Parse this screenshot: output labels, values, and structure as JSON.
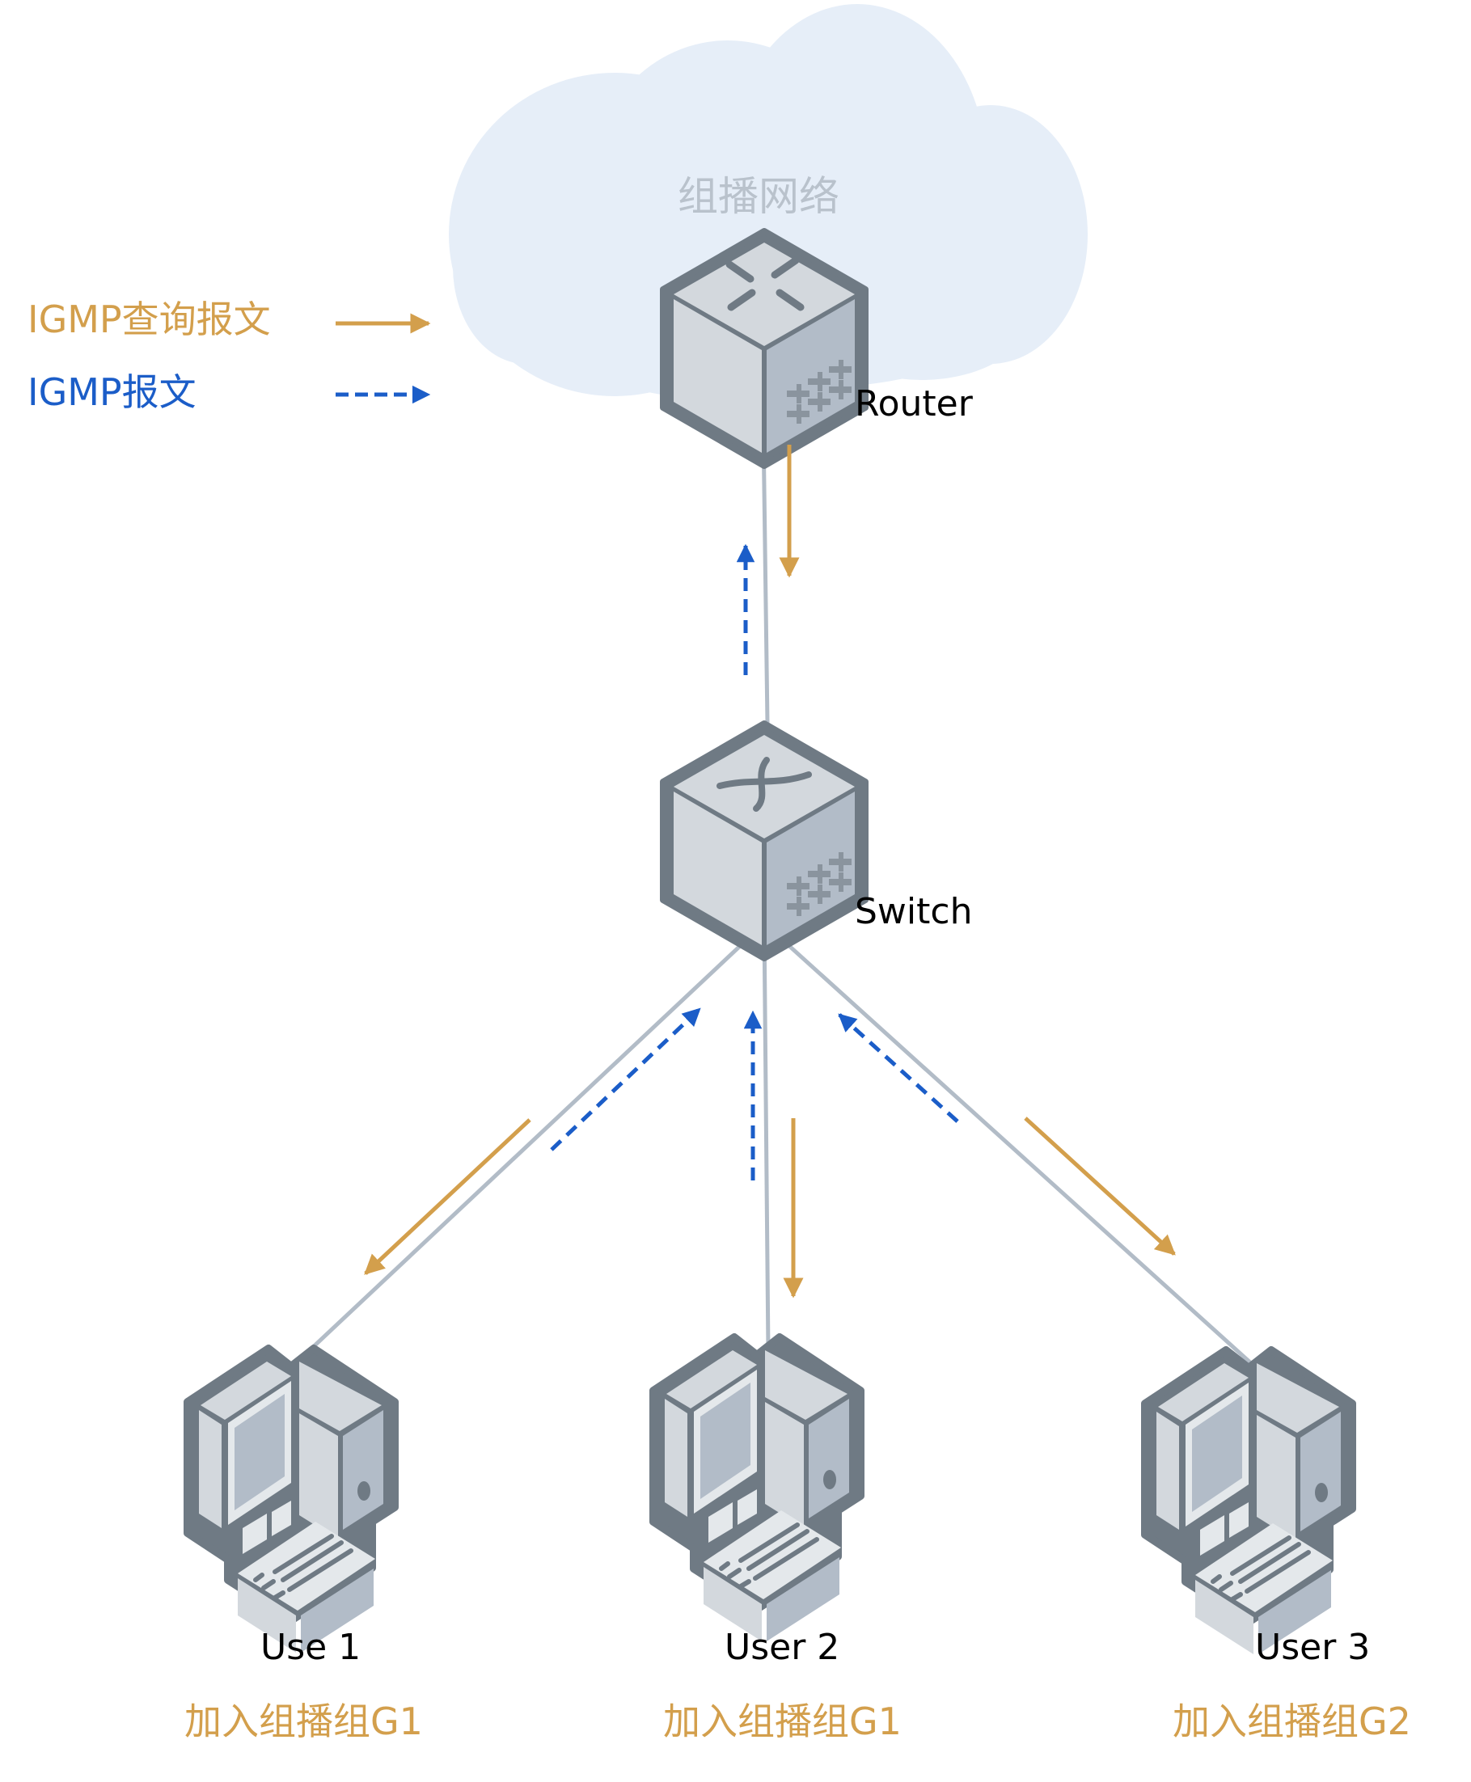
{
  "colors": {
    "query": "#d39f4c",
    "report": "#1b5dc8",
    "link": "#b2bcc7",
    "cloud": "#e6eef8",
    "device_stroke": "#6f7a84",
    "device_light": "#d3d8dd",
    "device_mid": "#b2bcc8",
    "device_pale": "#e4e8eb"
  },
  "cloud": {
    "label": "组播网络"
  },
  "legend": {
    "items": [
      {
        "label": "IGMP查询报文",
        "style": "solid",
        "color": "#d39f4c"
      },
      {
        "label": "IGMP报文",
        "style": "dashed",
        "color": "#1b5dc8"
      }
    ]
  },
  "devices": {
    "router": {
      "label": "Router",
      "icon": "router-icon"
    },
    "switch": {
      "label": "Switch",
      "icon": "switch-icon"
    },
    "users": [
      {
        "label": "Use 1",
        "group": "加入组播组G1",
        "icon": "pc-icon"
      },
      {
        "label": "User 2",
        "group": "加入组播组G1",
        "icon": "pc-icon"
      },
      {
        "label": "User 3",
        "group": "加入组播组G2",
        "icon": "pc-icon"
      }
    ]
  },
  "flows": [
    {
      "from": "router",
      "to": "switch",
      "type": "query"
    },
    {
      "from": "switch",
      "to": "router",
      "type": "report"
    },
    {
      "from": "switch",
      "to": "user1",
      "type": "query"
    },
    {
      "from": "user1",
      "to": "switch",
      "type": "report"
    },
    {
      "from": "switch",
      "to": "user2",
      "type": "query"
    },
    {
      "from": "user2",
      "to": "switch",
      "type": "report"
    },
    {
      "from": "switch",
      "to": "user3",
      "type": "query"
    },
    {
      "from": "user3",
      "to": "switch",
      "type": "report"
    }
  ]
}
